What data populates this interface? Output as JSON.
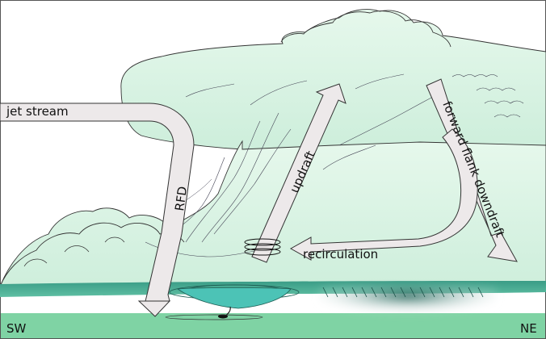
{
  "labels": {
    "jet_stream": "jet stream",
    "rfd": "RFD",
    "updraft": "updraft",
    "forward_flank_downdraft": "forward flank downdraft",
    "recirculation": "recirculation",
    "sw": "SW",
    "ne": "NE"
  },
  "colors": {
    "cloud_fill": "#d8f3e2",
    "cloud_highlight": "#eefaf2",
    "arrow_fill": "#ede9ea",
    "ground": "#7fd3a4",
    "cloud_base": "#2f8f7b",
    "wall_cloud": "#4cc3b6",
    "precip_shaft": "#1f6f63"
  }
}
